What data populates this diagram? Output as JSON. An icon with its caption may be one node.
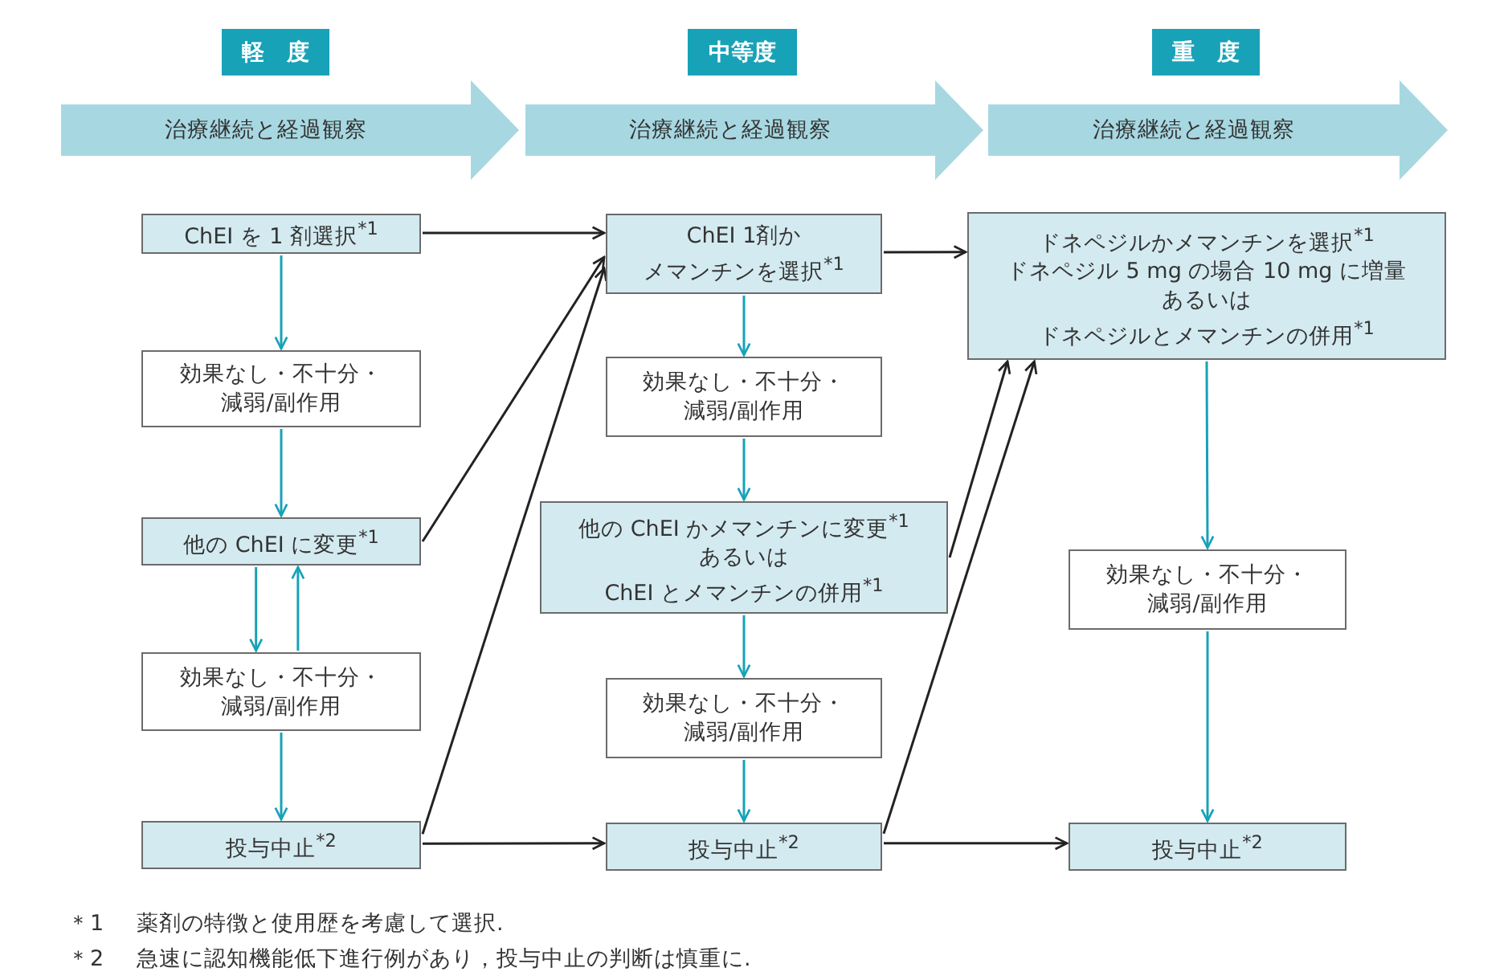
{
  "diagram": {
    "nodes": [
      {
        "text": [
          "軽　度"
        ]
      },
      {
        "text": [
          "中等度"
        ]
      },
      {
        "text": [
          "重　度"
        ]
      },
      {
        "text": [
          "治療継続と経過観察"
        ]
      },
      {
        "text": [
          "治療継続と経過観察"
        ]
      },
      {
        "text": [
          "治療継続と経過観察"
        ]
      },
      {
        "text": [
          "ChEI を 1 剤選択$^{*1}$"
        ]
      },
      {
        "text": [
          "効果なし・不十分・減弱/副作用"
        ]
      },
      {
        "text": [
          "他の ChEI に変更$^{*1}$"
        ]
      },
      {
        "text": [
          "効果なし・不十分・減弱/副作用"
        ]
      },
      {
        "text": [
          "投与中止$^{*2}$"
        ]
      },
      {
        "text": [
          "ChEI 1剤かメマンチンを選択$^{*1}$"
        ]
      },
      {
        "text": [
          "効果なし・不十分・減弱/副作用"
        ]
      },
      {
        "text": [
          "他の ChEI かメマンチンに変更$^{*1}$あるいはChEI とメマンチンの併用$^{*1}$"
        ]
      },
      {
        "text": [
          "効果なし・不十分・減弱/副作用"
        ]
      },
      {
        "text": [
          "投与中止$^{*2}$"
        ]
      },
      {
        "text": [
          "ドネペジルかメマンチンを選択$^{*1}$ドネペジル 5 mg の場合 10 mg に増量あるいはドネペジルとメマンチンの併用$^{*1}$"
        ]
      },
      {
        "text": [
          "効果なし・不十分・減弱/副作用"
        ]
      },
      {
        "text": [
          "投与中止$^{*2}$"
        ]
      }
    ],
    "edges": [
      {
        "from": 6,
        "to": 11,
        "arrow": "to",
        "color": "#222222"
      },
      {
        "from": 8,
        "to": 11,
        "arrow": "to",
        "color": "#222222"
      },
      {
        "from": 10,
        "to": 11,
        "arrow": "to",
        "color": "#222222"
      },
      {
        "from": 10,
        "to": 15,
        "arrow": "to",
        "color": "#222222"
      },
      {
        "from": 11,
        "to": 16,
        "arrow": "to",
        "color": "#222222"
      },
      {
        "from": 13,
        "to": 16,
        "arrow": "to",
        "color": "#222222"
      },
      {
        "from": 15,
        "to": 16,
        "arrow": "to",
        "color": "#222222"
      },
      {
        "from": 15,
        "to": 18,
        "arrow": "to",
        "color": "#222222"
      },
      {
        "from": 6,
        "to": 7,
        "arrow": "to"
      },
      {
        "from": 7,
        "to": 8,
        "arrow": "to"
      },
      {
        "from": 8,
        "to": 9,
        "arrow": "to"
      },
      {
        "from": 9,
        "to": 8,
        "arrow": "to"
      },
      {
        "from": 9,
        "to": 10,
        "arrow": "to"
      },
      {
        "from": 11,
        "to": 12,
        "arrow": "to"
      },
      {
        "from": 12,
        "to": 13,
        "arrow": "to"
      },
      {
        "from": 13,
        "to": 14,
        "arrow": "to"
      },
      {
        "from": 14,
        "to": 15,
        "arrow": "to"
      },
      {
        "from": 16,
        "to": 17,
        "arrow": "to"
      },
      {
        "from": 17,
        "to": 18,
        "arrow": "to"
      }
    ],
    "labels": [
      "＊1",
      "薬剤の特徴と使用歴を考慮して選択.",
      "＊2",
      "急速に認知機能低下進行例があり，投与中止の判断は慎重に."
    ]
  }
}
